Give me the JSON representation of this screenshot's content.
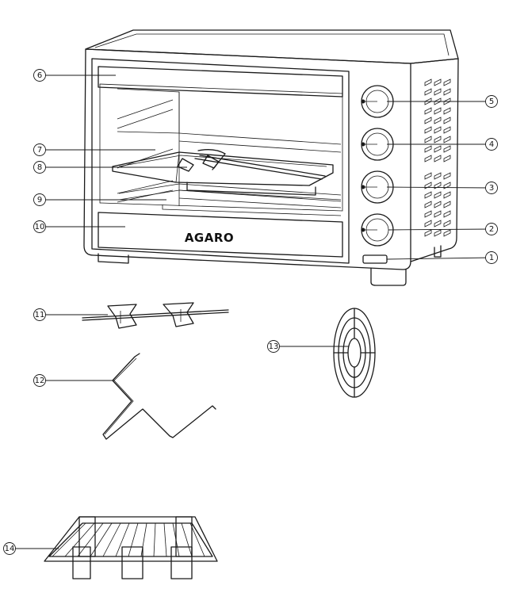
{
  "brand_label": "AGARO",
  "callouts": [
    {
      "number": "1",
      "part": "control-light"
    },
    {
      "number": "2",
      "part": "knob-bottom"
    },
    {
      "number": "3",
      "part": "knob-third"
    },
    {
      "number": "4",
      "part": "knob-second"
    },
    {
      "number": "5",
      "part": "knob-top"
    },
    {
      "number": "6",
      "part": "door-handle"
    },
    {
      "number": "7",
      "part": "rotisserie-spit-in-oven"
    },
    {
      "number": "8",
      "part": "baking-tray"
    },
    {
      "number": "9",
      "part": "wire-rack"
    },
    {
      "number": "10",
      "part": "crumb-tray"
    },
    {
      "number": "11",
      "part": "rotisserie-spit"
    },
    {
      "number": "12",
      "part": "rotisserie-handle"
    },
    {
      "number": "13",
      "part": "convection-fan-cover"
    },
    {
      "number": "14",
      "part": "grill-rack"
    }
  ],
  "colors": {
    "line": "#1a1a1a",
    "background": "#ffffff"
  }
}
